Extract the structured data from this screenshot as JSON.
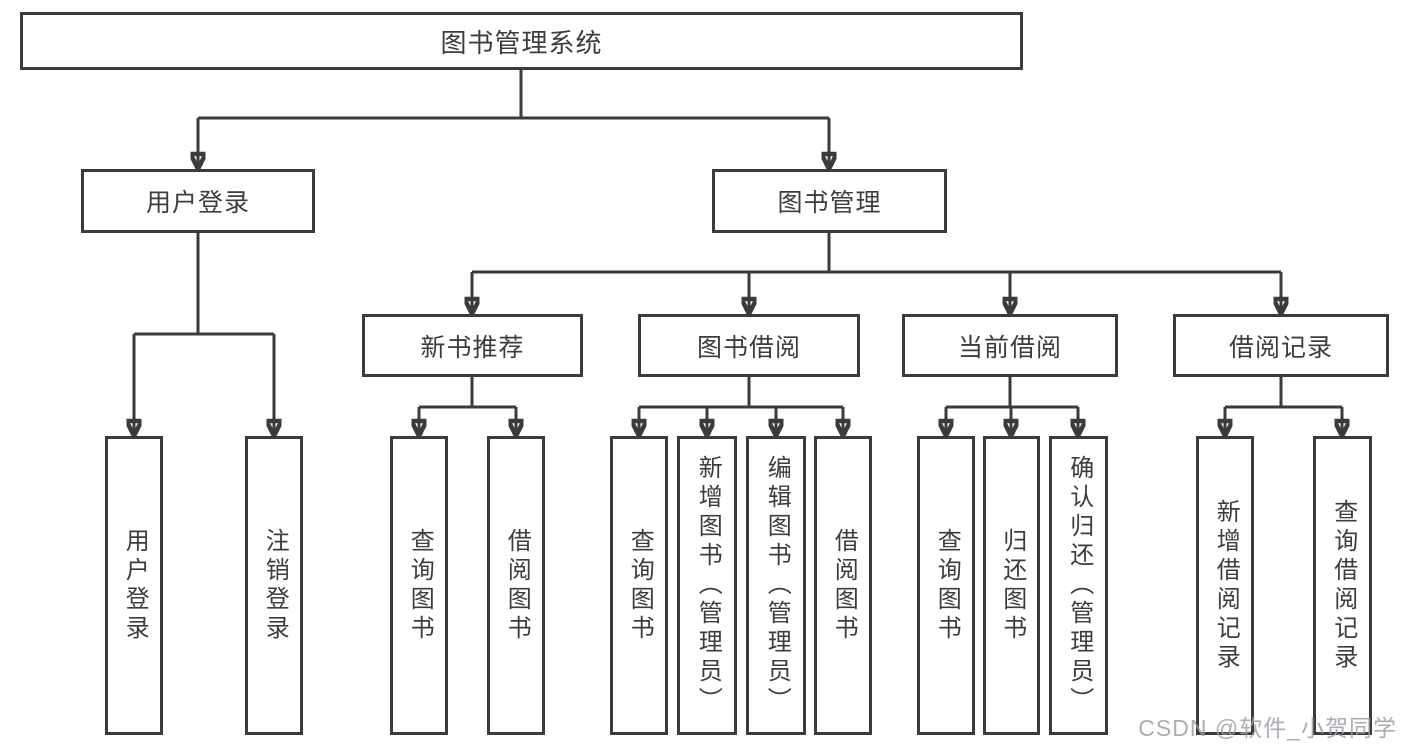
{
  "style": {
    "line_color": "#3b3b3b",
    "border_color": "#3b3b3b",
    "text_color": "#3d3d3d",
    "box_background": "#ffffff",
    "page_background": "#ffffff",
    "watermark_color": "#9e9ea6"
  },
  "tree": {
    "label": "图书管理系统",
    "children": [
      {
        "label": "用户登录",
        "children": [
          {
            "label": "用户登录"
          },
          {
            "label": "注销登录"
          }
        ]
      },
      {
        "label": "图书管理",
        "children": [
          {
            "label": "新书推荐",
            "children": [
              {
                "label": "查询图书"
              },
              {
                "label": "借阅图书"
              }
            ]
          },
          {
            "label": "图书借阅",
            "children": [
              {
                "label": "查询图书"
              },
              {
                "label": "新增图书（管理员）"
              },
              {
                "label": "编辑图书（管理员）"
              },
              {
                "label": "借阅图书"
              }
            ]
          },
          {
            "label": "当前借阅",
            "children": [
              {
                "label": "查询图书"
              },
              {
                "label": "归还图书"
              },
              {
                "label": "确认归还（管理员）"
              }
            ]
          },
          {
            "label": "借阅记录",
            "children": [
              {
                "label": "新增借阅记录"
              },
              {
                "label": "查询借阅记录"
              }
            ]
          }
        ]
      }
    ]
  },
  "watermark": {
    "text": "CSDN @软件_小贺同学"
  }
}
